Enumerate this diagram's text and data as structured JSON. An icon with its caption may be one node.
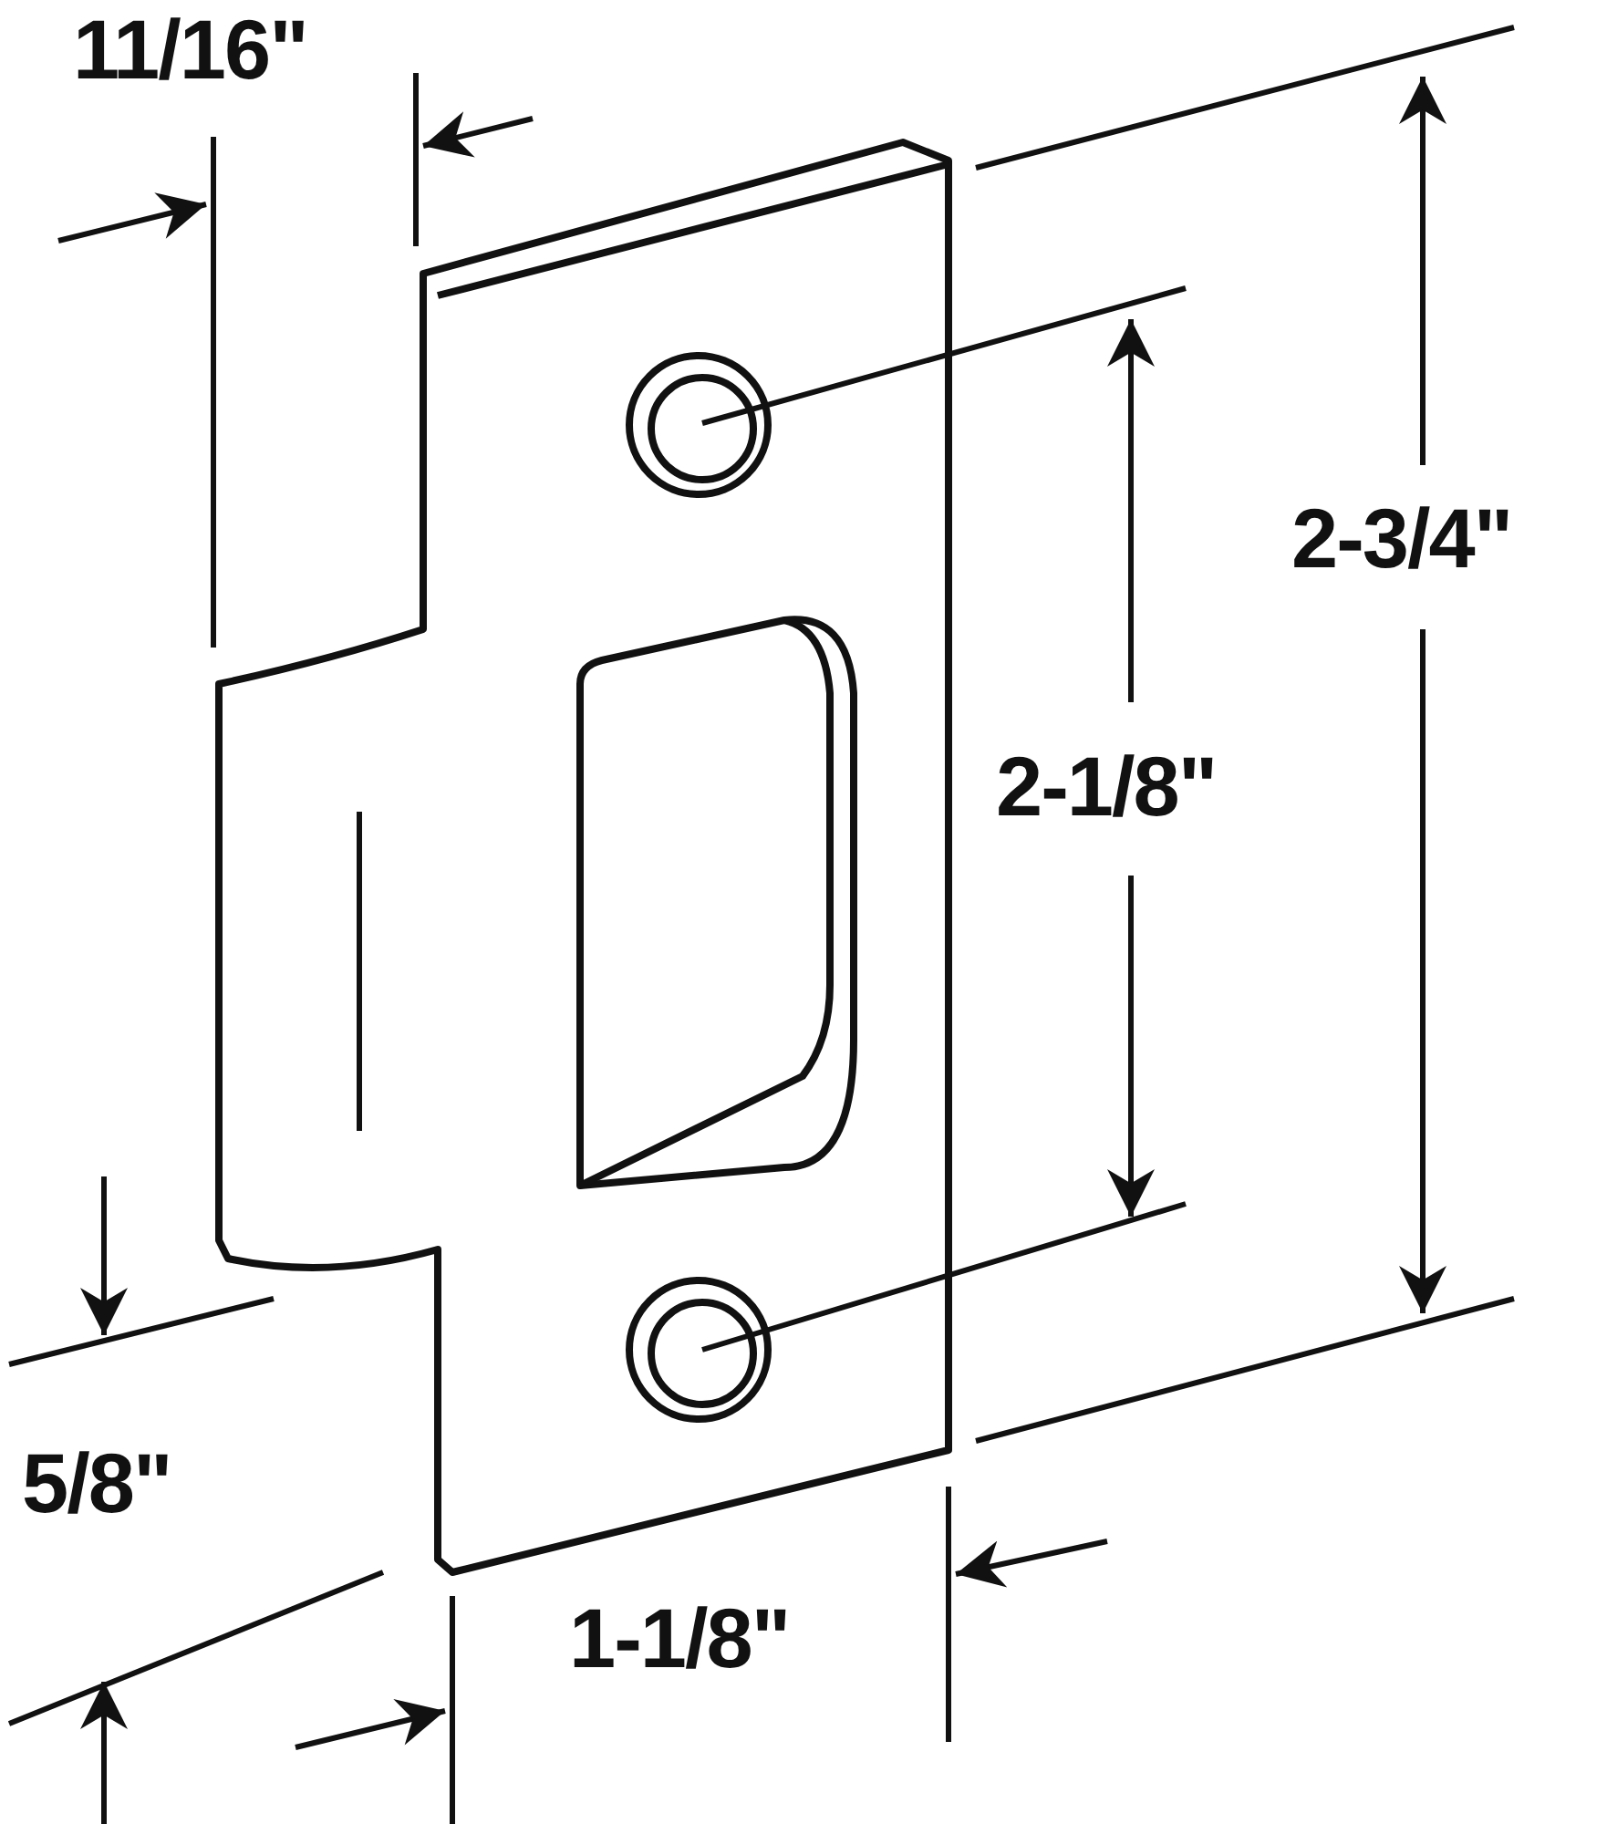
{
  "diagram": {
    "labels": [
      "11/16\"",
      "2-3/4\"",
      "2-1/8\"",
      "5/8\"",
      "1-1/8\""
    ]
  }
}
